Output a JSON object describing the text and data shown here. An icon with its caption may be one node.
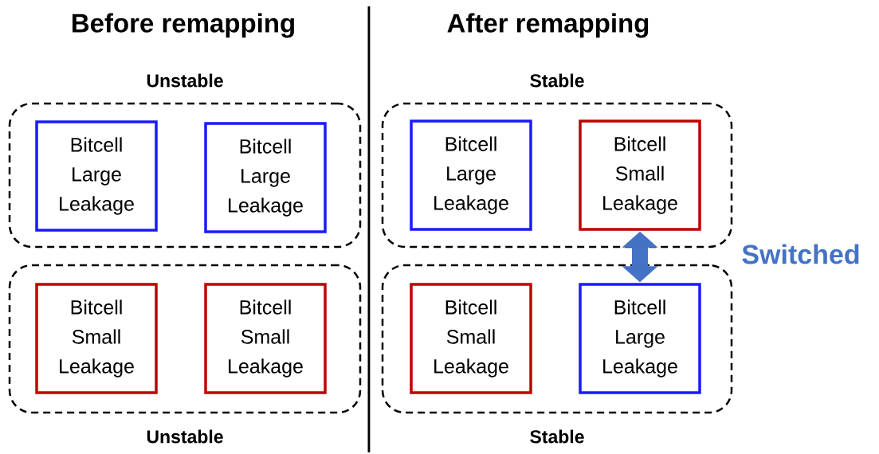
{
  "diagram": {
    "nodes": [
      {
        "text": [
          "Unstable"
        ]
      },
      {
        "text": [
          "Bitcell Large Leakage"
        ],
        "in": 0
      },
      {
        "text": [
          "Bitcell Large Leakage"
        ],
        "in": 0
      },
      {
        "text": [
          "Unstable"
        ]
      },
      {
        "text": [
          "Bitcell Small Leakage"
        ],
        "in": 3
      },
      {
        "text": [
          "Bitcell Small Leakage"
        ],
        "in": 3
      },
      {
        "text": [
          "Stable"
        ]
      },
      {
        "text": [
          "Bitcell Large Leakage"
        ],
        "in": 6
      },
      {
        "text": [
          "Bitcell Small Leakage"
        ],
        "in": 6
      },
      {
        "text": [
          "Stable"
        ]
      },
      {
        "text": [
          "Bitcell Small Leakage"
        ],
        "in": 9
      },
      {
        "text": [
          "Bitcell Large Leakage"
        ],
        "in": 9
      }
    ],
    "edges": [
      {
        "from": 8,
        "to": 11,
        "arrow": "both",
        "label": "Switched",
        "color": "#4472c4"
      }
    ],
    "labels": [
      "Before remapping",
      "After remapping"
    ]
  }
}
